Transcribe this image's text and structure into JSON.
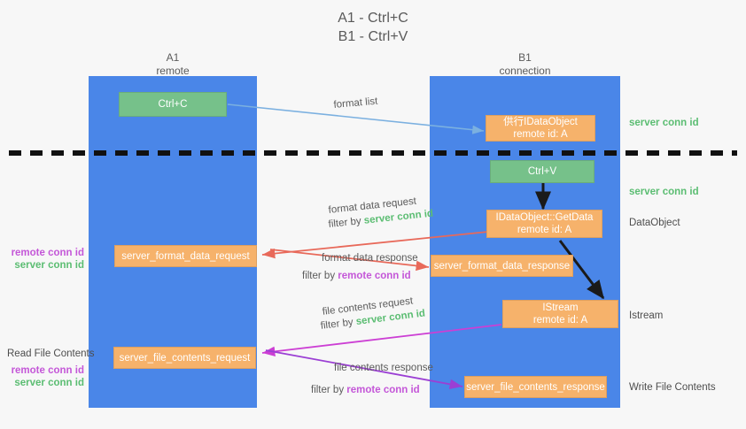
{
  "title": {
    "line1": "A1 - Ctrl+C",
    "line2": "B1 - Ctrl+V"
  },
  "lanes": [
    {
      "name": "A1",
      "sub": "remote"
    },
    {
      "name": "B1",
      "sub": "connection"
    }
  ],
  "nodes": {
    "ctrl_c": {
      "label": "Ctrl+C"
    },
    "ctrl_v": {
      "label": "Ctrl+V"
    },
    "idataobject": {
      "label": "供行IDataObject",
      "sub": "remote id: A"
    },
    "getdata": {
      "label": "IDataObject::GetData",
      "sub": "remote id: A"
    },
    "istream": {
      "label": "IStream",
      "sub": "remote id: A"
    },
    "server_format_data_request": {
      "label": "server_format_data_request"
    },
    "server_format_data_response": {
      "label": "server_format_data_response"
    },
    "server_file_contents_request": {
      "label": "server_file_contents_request"
    },
    "server_file_contents_response": {
      "label": "server_file_contents_response"
    }
  },
  "edge_labels": {
    "format_list": "format list",
    "format_data_request": "format data request",
    "format_data_response": "format data response",
    "file_contents_request": "file contents request",
    "file_contents_response": "file contents response",
    "filter_by": "filter by",
    "server_conn_id": "server conn id",
    "remote_conn_id": "remote conn id"
  },
  "side_labels": {
    "right_top_conn": "server conn id",
    "right_second_conn": "server conn id",
    "dataobject": "DataObject",
    "istream": "Istream",
    "write_file_contents": "Write File Contents",
    "read_file_contents": "Read File Contents",
    "remote_conn_id": "remote conn id",
    "server_conn_id": "server conn id"
  },
  "colors": {
    "lane": "#4a86e8",
    "orange": "#f6b26b",
    "green": "#76c18a",
    "green_text": "#5bbd72",
    "magenta_text": "#c457d8",
    "arrow_lightblue": "#7bb0e0",
    "arrow_red": "#e8695a",
    "arrow_magenta": "#cc3fd4",
    "arrow_purple": "#9b3fd4",
    "arrow_black": "#1a1a1a",
    "divider": "#111111"
  }
}
